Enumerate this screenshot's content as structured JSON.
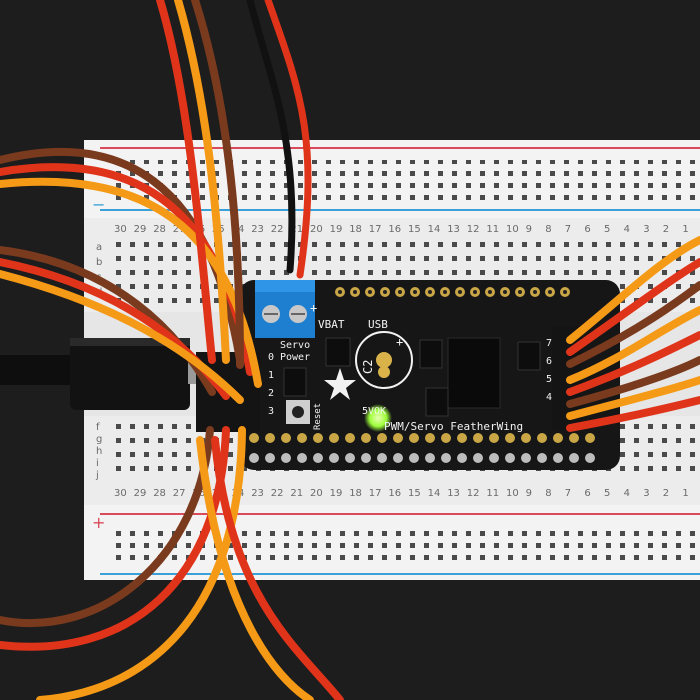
{
  "breadboard": {
    "columns_top": [
      "30",
      "29",
      "28",
      "27",
      "26",
      "25",
      "24",
      "23",
      "22",
      "21",
      "20",
      "19",
      "18",
      "17",
      "16",
      "15",
      "14",
      "13",
      "12",
      "11",
      "10",
      "9",
      "8",
      "7",
      "6",
      "5",
      "4",
      "3",
      "2",
      "1"
    ],
    "rows_left": [
      "a",
      "b",
      "c",
      "d",
      "e",
      "f",
      "g",
      "h",
      "i",
      "j"
    ],
    "rail_minus": "−",
    "rail_plus": "+"
  },
  "board": {
    "name": "PWM/Servo FeatherWing",
    "labels": {
      "vbat": "VBAT",
      "usb": "USB",
      "servo_power_1": "Servo",
      "servo_power_2": "Power",
      "reset": "Reset",
      "fivev_ok": "5VOK",
      "c2": "C2",
      "plus": "+",
      "cap_plus": "+",
      "pins_left": [
        "0",
        "1",
        "2",
        "3"
      ],
      "pins_right": [
        "7",
        "6",
        "5",
        "4"
      ]
    }
  },
  "colors": {
    "breadboard": "#ececec",
    "board": "#161616",
    "terminal": "#1e7fd0",
    "wire_orange": "#f59a16",
    "wire_red": "#e0341a",
    "wire_brown": "#7a3a1e",
    "wire_black": "#111111"
  }
}
